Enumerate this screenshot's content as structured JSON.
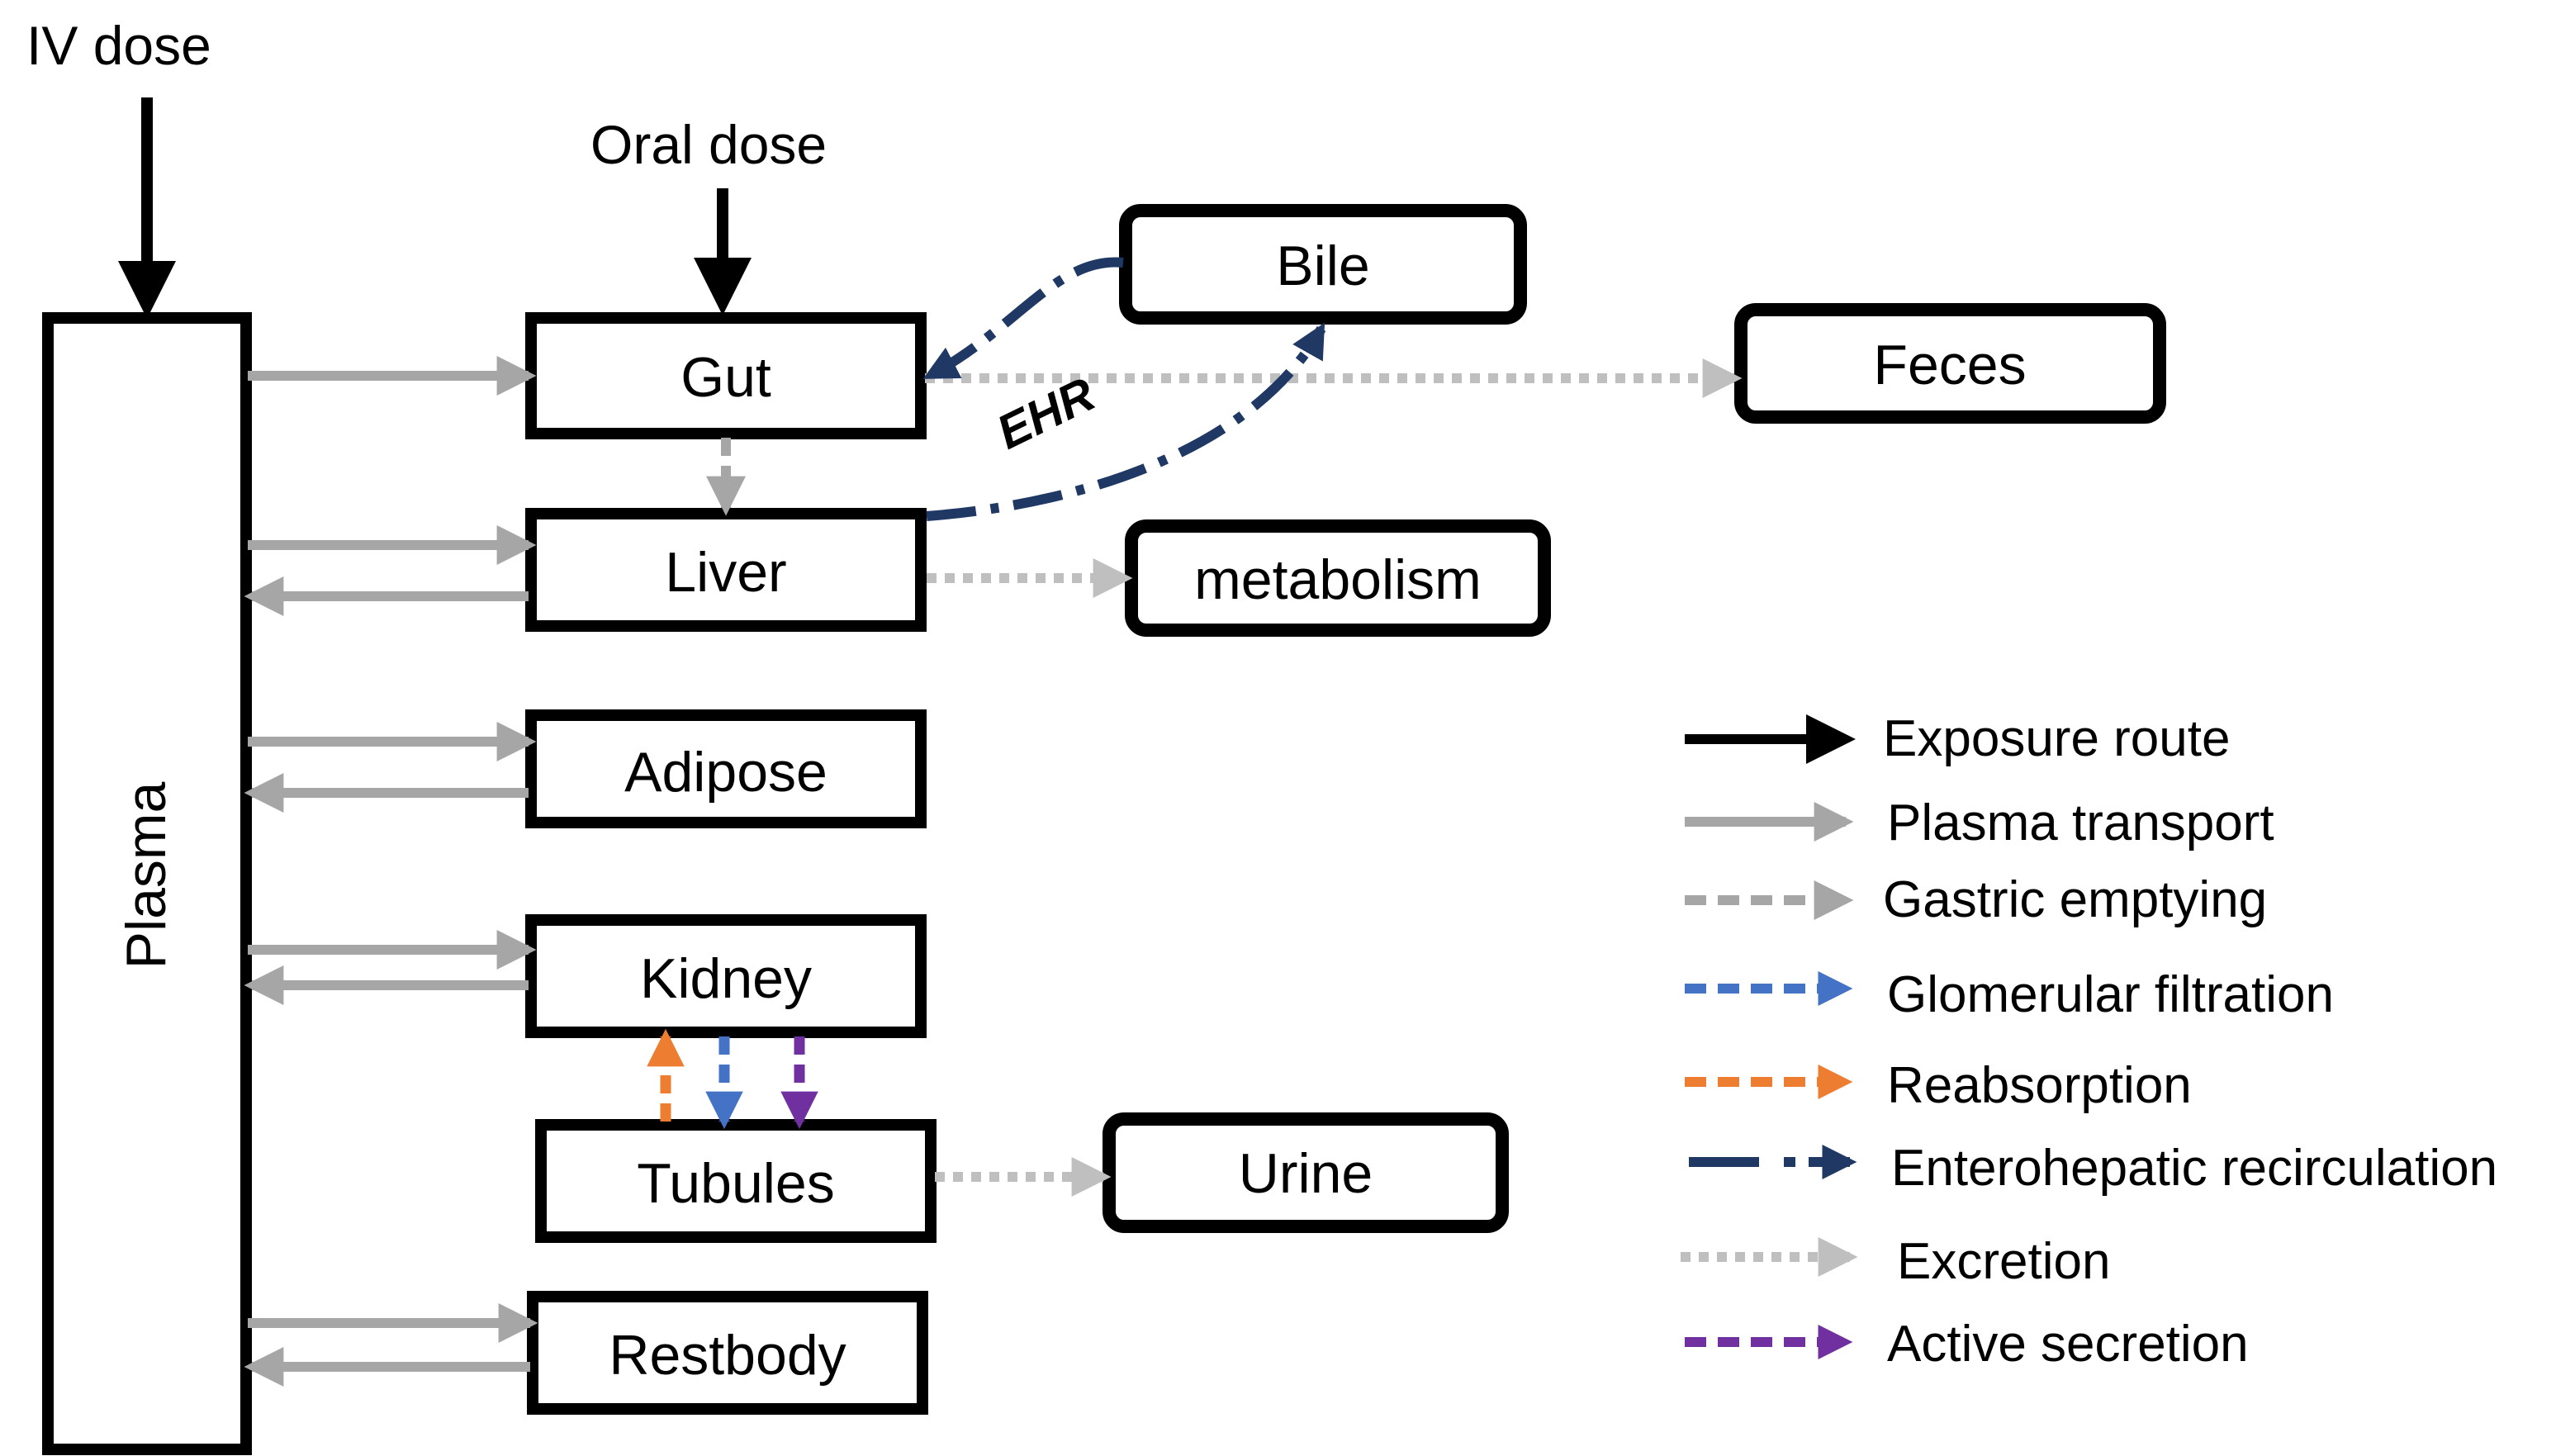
{
  "diagram": {
    "dose_labels": {
      "iv": "IV dose",
      "oral": "Oral dose"
    },
    "compartments": {
      "plasma": "Plasma",
      "gut": "Gut",
      "liver": "Liver",
      "adipose": "Adipose",
      "kidney": "Kidney",
      "tubules": "Tubules",
      "restbody": "Restbody",
      "bile": "Bile",
      "feces": "Feces",
      "metabolism": "metabolism",
      "urine": "Urine"
    },
    "ehr_label": "EHR",
    "colors": {
      "exposure": "#000000",
      "plasma_transport": "#a6a6a6",
      "gastric": "#a6a6a6",
      "glomerular": "#4472c4",
      "reabsorption": "#ed7d31",
      "ehr": "#1f3864",
      "excretion": "#bfbfbf",
      "active_secretion": "#7030a0"
    }
  },
  "legend": {
    "items": [
      {
        "key": "exposure",
        "label": "Exposure route"
      },
      {
        "key": "plasma_transport",
        "label": "Plasma transport"
      },
      {
        "key": "gastric",
        "label": "Gastric emptying"
      },
      {
        "key": "glomerular",
        "label": "Glomerular filtration"
      },
      {
        "key": "reabsorption",
        "label": "Reabsorption"
      },
      {
        "key": "ehr",
        "label": "Enterohepatic recirculation"
      },
      {
        "key": "excretion",
        "label": "Excretion"
      },
      {
        "key": "active_secretion",
        "label": "Active secretion"
      }
    ]
  }
}
